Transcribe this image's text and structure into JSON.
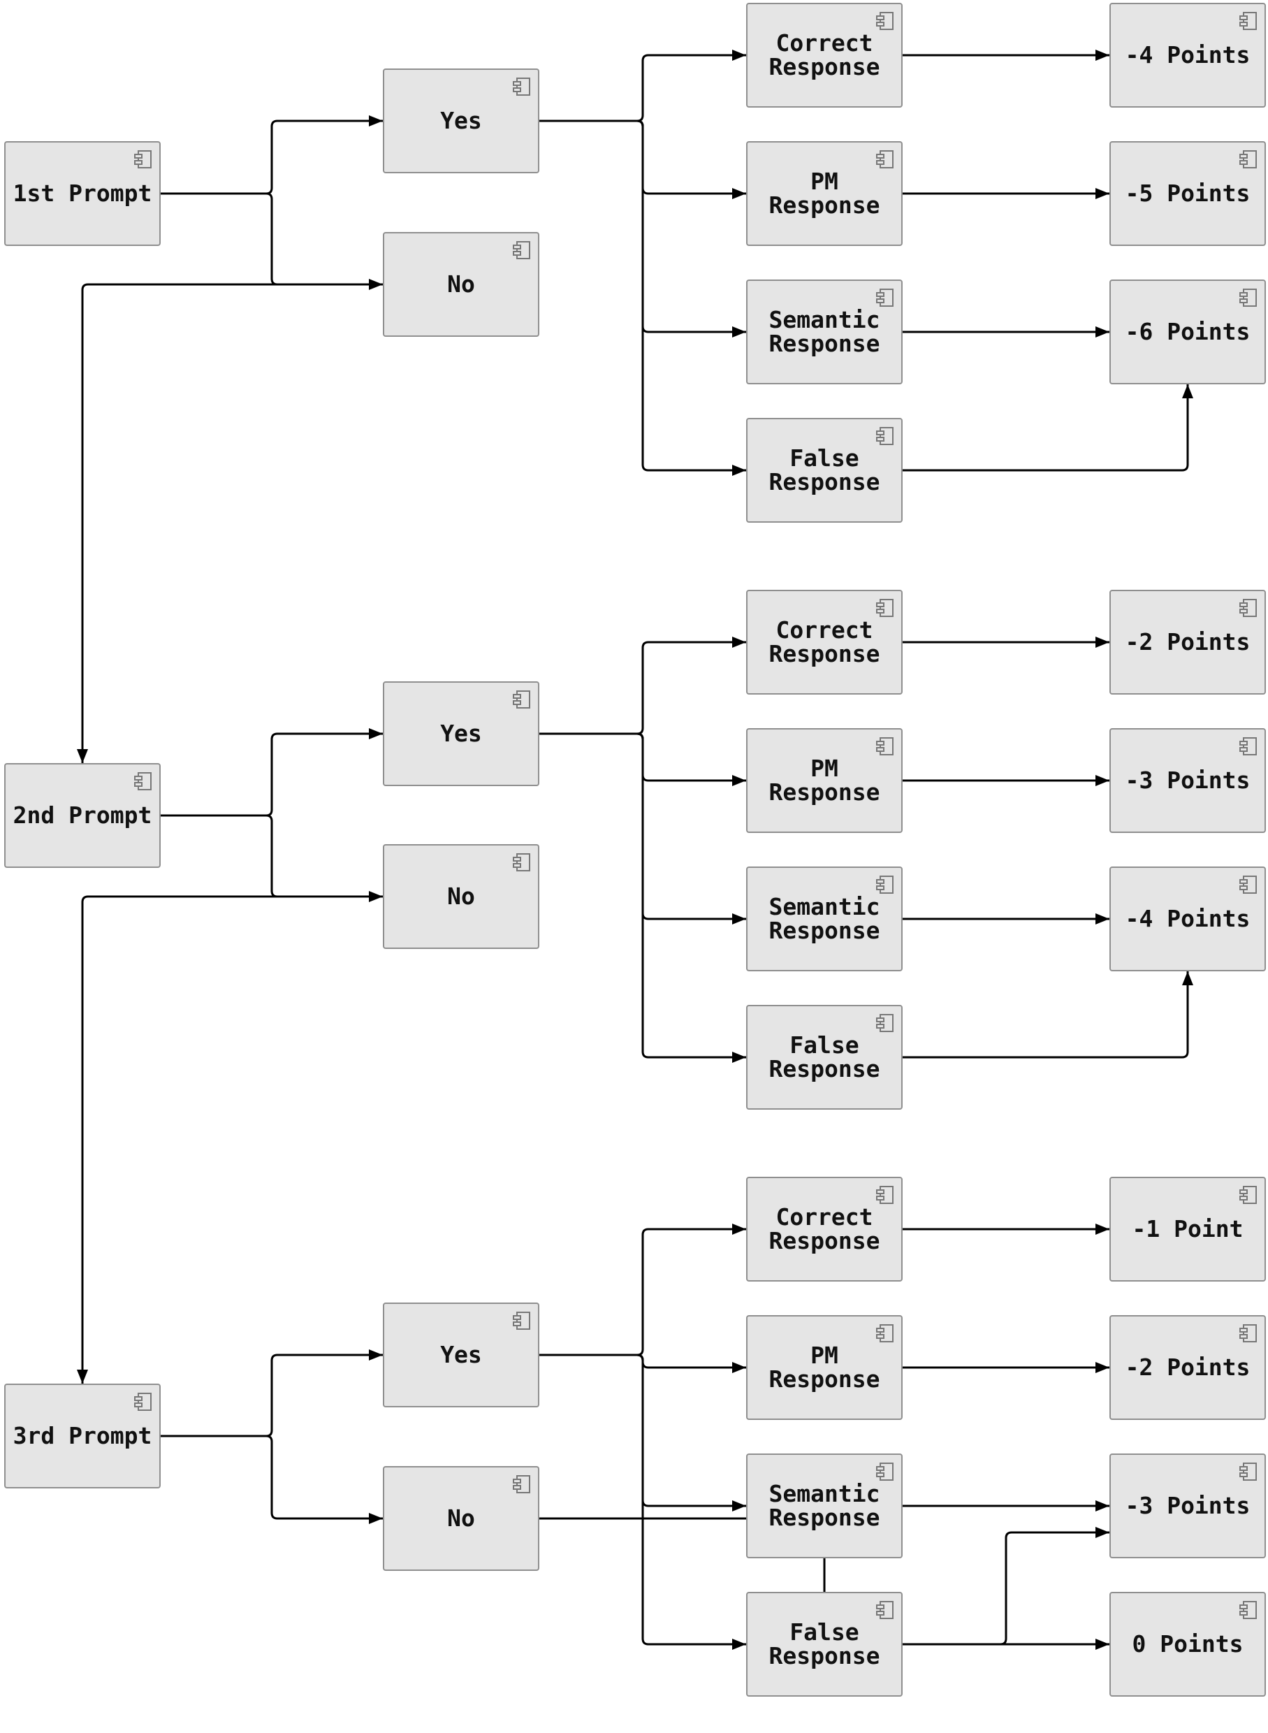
{
  "nodes": {
    "p1": "1st Prompt",
    "y1": "Yes",
    "n1": "No",
    "c1": "Correct\nResponse",
    "pm1": "PM\nResponse",
    "s1": "Semantic\nResponse",
    "f1": "False\nResponse",
    "r1a": "-4 Points",
    "r1b": "-5 Points",
    "r1c": "-6 Points",
    "p2": "2nd Prompt",
    "y2": "Yes",
    "n2": "No",
    "c2": "Correct\nResponse",
    "pm2": "PM\nResponse",
    "s2": "Semantic\nResponse",
    "f2": "False\nResponse",
    "r2a": "-2 Points",
    "r2b": "-3 Points",
    "r2c": "-4 Points",
    "p3": "3rd Prompt",
    "y3": "Yes",
    "n3": "No",
    "c3": "Correct\nResponse",
    "pm3": "PM\nResponse",
    "s3": "Semantic\nResponse",
    "f3": "False\nResponse",
    "r3a": "-1 Point",
    "r3b": "-2 Points",
    "r3c": "-3 Points",
    "r3d": "0 Points"
  },
  "edges": [
    [
      "p1",
      "y1"
    ],
    [
      "p1",
      "n1"
    ],
    [
      "y1",
      "c1"
    ],
    [
      "y1",
      "pm1"
    ],
    [
      "y1",
      "s1"
    ],
    [
      "y1",
      "f1"
    ],
    [
      "c1",
      "r1a"
    ],
    [
      "pm1",
      "r1b"
    ],
    [
      "s1",
      "r1c"
    ],
    [
      "f1",
      "r1c"
    ],
    [
      "n1",
      "p2"
    ],
    [
      "p2",
      "y2"
    ],
    [
      "p2",
      "n2"
    ],
    [
      "y2",
      "c2"
    ],
    [
      "y2",
      "pm2"
    ],
    [
      "y2",
      "s2"
    ],
    [
      "y2",
      "f2"
    ],
    [
      "c2",
      "r2a"
    ],
    [
      "pm2",
      "r2b"
    ],
    [
      "s2",
      "r2c"
    ],
    [
      "f2",
      "r2c"
    ],
    [
      "n2",
      "p3"
    ],
    [
      "p3",
      "y3"
    ],
    [
      "p3",
      "n3"
    ],
    [
      "y3",
      "c3"
    ],
    [
      "y3",
      "pm3"
    ],
    [
      "y3",
      "s3"
    ],
    [
      "y3",
      "f3"
    ],
    [
      "c3",
      "r3a"
    ],
    [
      "pm3",
      "r3b"
    ],
    [
      "s3",
      "r3c"
    ],
    [
      "f3",
      "r3c"
    ],
    [
      "n3",
      "r3d"
    ]
  ],
  "colors": {
    "node_fill": "#e5e5e5",
    "node_border": "#8f8f8f",
    "connector": "#000000",
    "text": "#111111"
  },
  "icon": "component-icon"
}
